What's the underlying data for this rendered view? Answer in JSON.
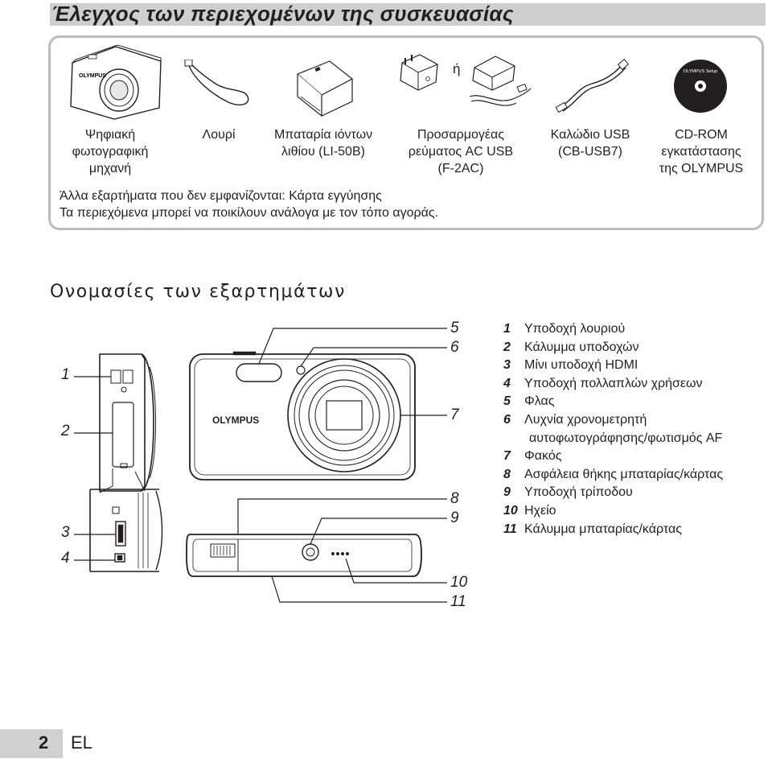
{
  "page_title": "Έλεγχος των περιεχομένων της συσκευασίας",
  "or_text": "ή",
  "items": [
    {
      "label": "Ψηφιακή\nφωτογραφική\nμηχανή",
      "icon": "camera-icon"
    },
    {
      "label": "Λουρί",
      "icon": "strap-icon"
    },
    {
      "label": "Μπαταρία ιόντων\nλιθίου (LI-50B)",
      "icon": "battery-icon"
    },
    {
      "label": "Προσαρμογέας\nρεύματος AC USB\n(F-2AC)",
      "icon": "ac-adapter-icon"
    },
    {
      "label": "Καλώδιο USB\n(CB-USB7)",
      "icon": "usb-cable-icon"
    },
    {
      "label": "CD-ROM\nεγκατάστασης\nτης OLYMPUS",
      "icon": "cd-rom-icon"
    }
  ],
  "brand_text": "OLYMPUS",
  "cd_text": "OLYMPUS Setup",
  "notes": {
    "other_accessories": "Άλλα εξαρτήματα που δεν εμφανίζονται: Κάρτα εγγύησης",
    "contents_vary": "Τα περιεχόμενα μπορεί να ποικίλουν ανάλογα με τον τόπο αγοράς."
  },
  "section_heading": "Ονομασίες των εξαρτημάτων",
  "callouts": [
    "1",
    "2",
    "3",
    "4",
    "5",
    "6",
    "7",
    "8",
    "9",
    "10",
    "11"
  ],
  "parts": [
    {
      "num": "1",
      "name": "Υποδοχή λουριού"
    },
    {
      "num": "2",
      "name": "Κάλυμμα υποδοχών"
    },
    {
      "num": "3",
      "name": "Μίνι υποδοχή HDMI"
    },
    {
      "num": "4",
      "name": "Υποδοχή πολλαπλών χρήσεων"
    },
    {
      "num": "5",
      "name": "Φλας"
    },
    {
      "num": "6",
      "name": "Λυχνία χρονομετρητή",
      "cont": "αυτοφωτογράφησης/φωτισμός AF"
    },
    {
      "num": "7",
      "name": "Φακός"
    },
    {
      "num": "8",
      "name": "Ασφάλεια θήκης μπαταρίας/κάρτας"
    },
    {
      "num": "9",
      "name": "Υποδοχή τρίποδου"
    },
    {
      "num": "10",
      "name": "Ηχείο"
    },
    {
      "num": "11",
      "name": "Κάλυμμα μπαταρίας/κάρτας"
    }
  ],
  "footer": {
    "page_number": "2",
    "language": "EL"
  }
}
